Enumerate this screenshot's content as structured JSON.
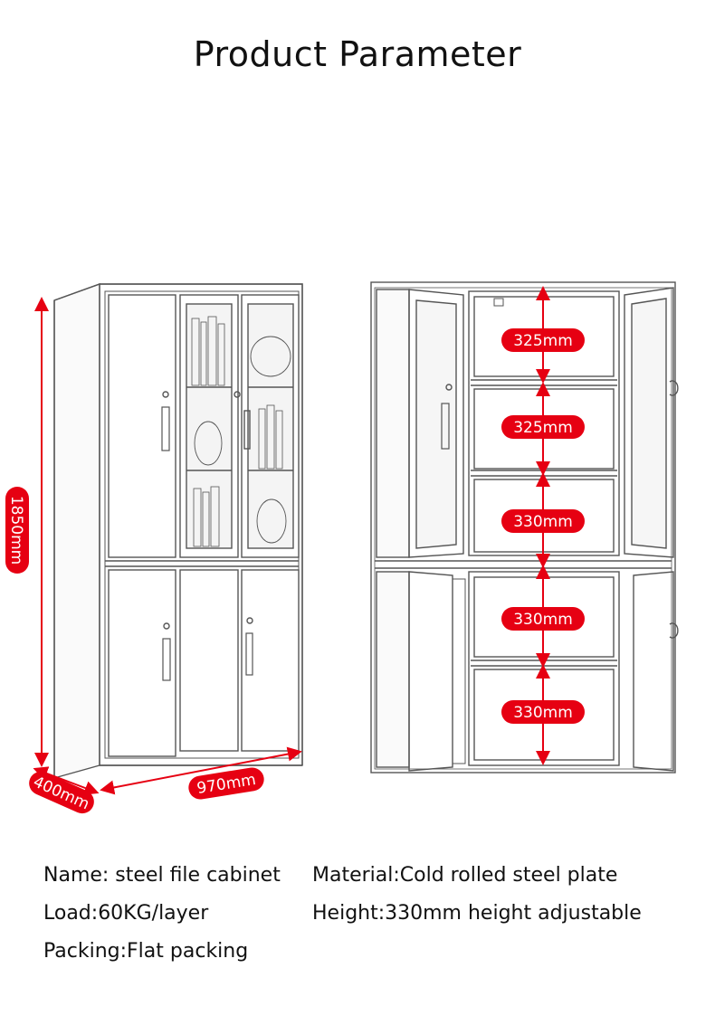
{
  "header": {
    "title": "Product Parameter"
  },
  "dimensions": {
    "height": "1850mm",
    "depth": "400mm",
    "width": "970mm"
  },
  "shelf_heights": [
    "325mm",
    "325mm",
    "330mm",
    "330mm",
    "330mm"
  ],
  "specs": {
    "name": "Name: steel file cabinet",
    "material": "Material:Cold rolled steel plate",
    "load": "Load:60KG/layer",
    "height": "Height:330mm height adjustable",
    "packing": "Packing:Flat packing"
  },
  "colors": {
    "accent": "#e60012",
    "line": "#555555"
  }
}
